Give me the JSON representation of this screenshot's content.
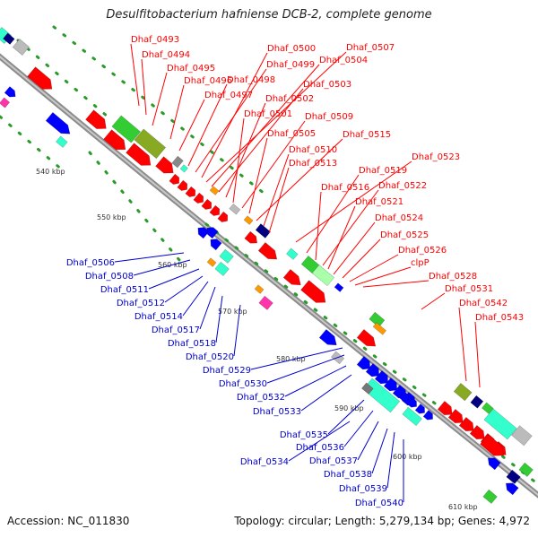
{
  "title": "Desulfitobacterium hafniense DCB-2, complete genome",
  "footer": {
    "accession": "Accession: NC_011830",
    "stats": "Topology: circular; Length: 5,279,134 bp; Genes: 4,972"
  },
  "colors": {
    "forward_label": "#ff0000",
    "reverse_label": "#0000cc",
    "backbone": "#8c8c8c",
    "tick": "#119911"
  },
  "ticks": [
    "540 kbp",
    "550 kbp",
    "560 kbp",
    "570 kbp",
    "580 kbp",
    "590 kbp",
    "600 kbp",
    "610 kbp"
  ],
  "forward_genes": [
    "Dhaf_0493",
    "Dhaf_0494",
    "Dhaf_0495",
    "Dhaf_0496",
    "Dhaf_0497",
    "Dhaf_0498",
    "Dhaf_0499",
    "Dhaf_0500",
    "Dhaf_0507",
    "Dhaf_0504",
    "Dhaf_0503",
    "Dhaf_0502",
    "Dhaf_0501",
    "Dhaf_0509",
    "Dhaf_0505",
    "Dhaf_0515",
    "Dhaf_0510",
    "Dhaf_0513",
    "Dhaf_0523",
    "Dhaf_0519",
    "Dhaf_0516",
    "Dhaf_0522",
    "Dhaf_0521",
    "Dhaf_0524",
    "Dhaf_0525",
    "Dhaf_0526",
    "clpP",
    "Dhaf_0528",
    "Dhaf_0531",
    "Dhaf_0542",
    "Dhaf_0543"
  ],
  "reverse_genes": [
    "Dhaf_0506",
    "Dhaf_0508",
    "Dhaf_0511",
    "Dhaf_0512",
    "Dhaf_0514",
    "Dhaf_0517",
    "Dhaf_0518",
    "Dhaf_0520",
    "Dhaf_0529",
    "Dhaf_0530",
    "Dhaf_0532",
    "Dhaf_0533",
    "Dhaf_0535",
    "Dhaf_0536",
    "Dhaf_0534",
    "Dhaf_0537",
    "Dhaf_0538",
    "Dhaf_0539",
    "Dhaf_0540"
  ]
}
